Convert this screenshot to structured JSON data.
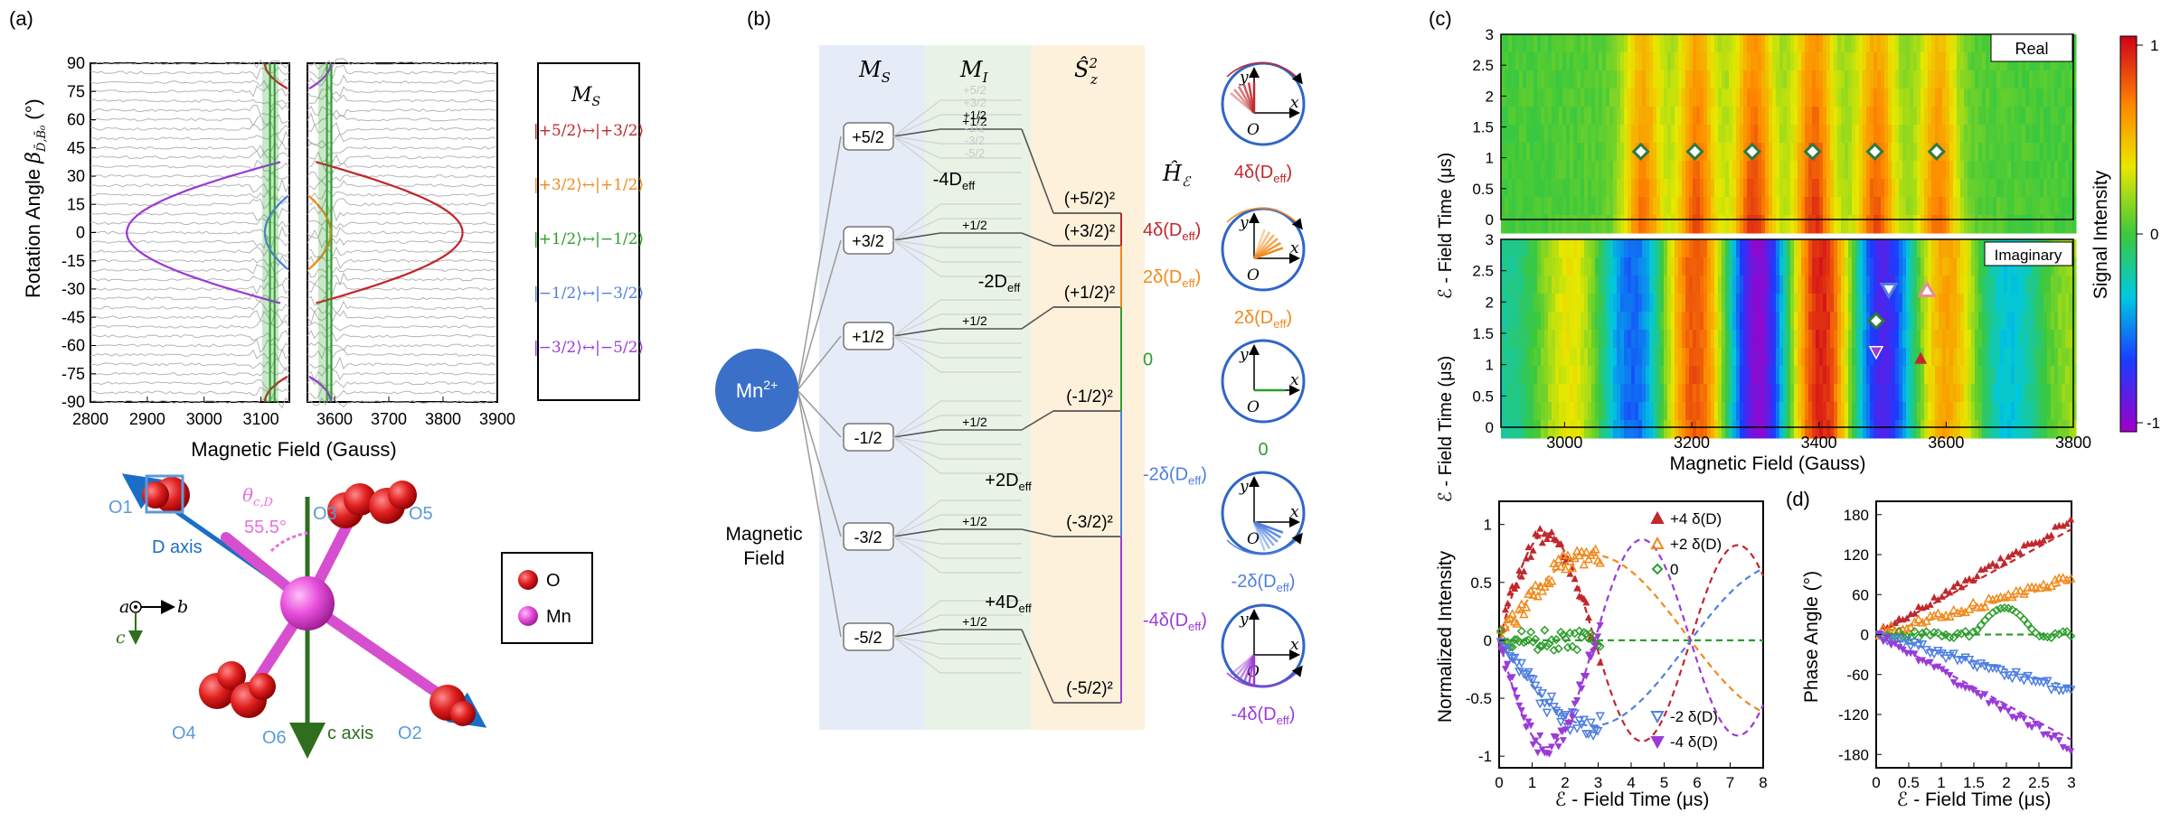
{
  "panel_labels": {
    "a": "(a)",
    "b": "(b)",
    "c": "(c)",
    "d": "(d)"
  },
  "colors": {
    "red": "#c0282d",
    "orange": "#f08a1c",
    "green": "#2d9e2d",
    "blue": "#4f7fe0",
    "purple": "#9b3bd6",
    "mn": "#e84fdc",
    "o": "#e02020",
    "ms_band": "#e6ecf7",
    "mi_band": "#e8f3e6",
    "sz_band": "#fdf1dc",
    "mn_node": "#3a70c8"
  },
  "panel_a": {
    "ylabel": "Rotation Angle",
    "ylabel_sub": "β",
    "ylabel_subscript": "D̄,B̄₀",
    "ylabel_unit": "(°)",
    "xlabel": "Magnetic Field (Gauss)",
    "yticks": [
      "90",
      "75",
      "60",
      "45",
      "30",
      "15",
      "0",
      "-15",
      "-30",
      "-45",
      "-60",
      "-75",
      "-90"
    ],
    "xticks_left": [
      "2800",
      "2900",
      "3000",
      "3100"
    ],
    "xticks_right": [
      "3600",
      "3700",
      "3800",
      "3900"
    ],
    "legend_title": "M",
    "legend_title_sub": "S",
    "legend": [
      {
        "text": "|+5/2⟩↔|+3/2⟩",
        "color": "red"
      },
      {
        "text": "|+3/2⟩↔|+1/2⟩",
        "color": "orange"
      },
      {
        "text": "|+1/2⟩↔|−1/2⟩",
        "color": "green"
      },
      {
        "text": "|−1/2⟩↔|−3/2⟩",
        "color": "blue"
      },
      {
        "text": "|−3/2⟩↔|−5/2⟩",
        "color": "purple"
      }
    ],
    "structure": {
      "atoms": [
        "O1",
        "O2",
        "O3",
        "O4",
        "O5",
        "O6"
      ],
      "theta_label": "θ",
      "theta_sub": "c,D",
      "angle": "55.5°",
      "d_axis": "D axis",
      "c_axis": "c axis",
      "coord_a": "a",
      "coord_b": "b",
      "coord_c": "c",
      "legend": [
        {
          "text": "O",
          "color": "o"
        },
        {
          "text": "Mn",
          "color": "mn"
        }
      ]
    }
  },
  "panel_b": {
    "headers": {
      "ms": "M",
      "ms_sub": "S",
      "mi": "M",
      "mi_sub": "I",
      "sz": "Ŝ",
      "sz_sup": "2",
      "sz_sub": "z",
      "he": "Ĥ",
      "he_sub": "ℰ"
    },
    "node": "Mn",
    "node_sup": "2+",
    "field_label": [
      "Magnetic",
      "Field"
    ],
    "ms_levels": [
      "+5/2",
      "+3/2",
      "+1/2",
      "-1/2",
      "-3/2",
      "-5/2"
    ],
    "mi_top": [
      "+5/2",
      "+3/2",
      "+1/2",
      "-1/2",
      "-3/2",
      "-5/2"
    ],
    "mi_half": "+1/2",
    "sz_levels": [
      "(+5/2)²",
      "(+3/2)²",
      "(+1/2)²",
      "(-1/2)²",
      "(-3/2)²",
      "(-5/2)²"
    ],
    "deff": [
      {
        "pre": "-4D",
        "sub": "eff"
      },
      {
        "pre": "-2D",
        "sub": "eff"
      },
      {
        "pre": "+2D",
        "sub": "eff"
      },
      {
        "pre": "+4D",
        "sub": "eff"
      }
    ],
    "shifts": [
      {
        "text": "4δ(D",
        "sub": "eff",
        "post": ")",
        "color": "red"
      },
      {
        "text": "2δ(D",
        "sub": "eff",
        "post": ")",
        "color": "orange"
      },
      {
        "text": "0",
        "sub": "",
        "post": "",
        "color": "green"
      },
      {
        "text": "-2δ(D",
        "sub": "eff",
        "post": ")",
        "color": "blue"
      },
      {
        "text": "-4δ(D",
        "sub": "eff",
        "post": ")",
        "color": "purple"
      }
    ],
    "circle_labels": [
      {
        "text": "4δ(D",
        "sub": "eff",
        "post": ")",
        "color": "red"
      },
      {
        "text": "2δ(D",
        "sub": "eff",
        "post": ")",
        "color": "orange"
      },
      {
        "text": "0",
        "sub": "",
        "post": "",
        "color": "green"
      },
      {
        "text": "-2δ(D",
        "sub": "eff",
        "post": ")",
        "color": "blue"
      },
      {
        "text": "-4δ(D",
        "sub": "eff",
        "post": ")",
        "color": "purple"
      }
    ],
    "axis_x": "x",
    "axis_y": "y",
    "origin": "O"
  },
  "panel_c": {
    "real_label": "Real",
    "imag_label": "Imaginary",
    "ylabel": "ℰ - Field Time (μs)",
    "xlabel": "Magnetic Field (Gauss)",
    "yticks": [
      "3",
      "2.5",
      "2",
      "1.5",
      "1",
      "0.5",
      "0"
    ],
    "xticks": [
      "3000",
      "3200",
      "3400",
      "3600",
      "3800"
    ],
    "colorbar_label": "Signal Intensity",
    "colorbar_ticks": [
      "1",
      "0",
      "-1"
    ],
    "real_markers_x": [
      3120,
      3205,
      3295,
      3390,
      3488,
      3585
    ]
  },
  "panel_bl": {
    "ylabel": "Normalized Intensity",
    "xlabel": "ℰ - Field Time (μs)",
    "yticks": [
      "1",
      "0.5",
      "0",
      "-0.5",
      "-1"
    ],
    "xticks": [
      "0",
      "1",
      "2",
      "3",
      "4",
      "5",
      "6",
      "7",
      "8"
    ],
    "legend_top": [
      "+4 δ(D)",
      "+2 δ(D)",
      "0"
    ],
    "legend_bot": [
      "-2 δ(D)",
      "-4 δ(D)"
    ]
  },
  "panel_d": {
    "ylabel": "Phase Angle (°)",
    "xlabel": "ℰ - Field Time (μs)",
    "yticks": [
      "180",
      "120",
      "60",
      "0",
      "-60",
      "-120",
      "-180"
    ],
    "xticks": [
      "0",
      "0.5",
      "1",
      "1.5",
      "2",
      "2.5",
      "3"
    ]
  },
  "chart_data": [
    {
      "type": "scatter",
      "title": "",
      "xlabel": "ℰ - Field Time (μs)",
      "ylabel": "Normalized Intensity",
      "xlim": [
        0,
        8
      ],
      "ylim": [
        -1.1,
        1.2
      ],
      "series": [
        {
          "name": "+4 δ(D)",
          "amp": 0.95,
          "period_us": 5.8,
          "color": "red"
        },
        {
          "name": "+2 δ(D)",
          "amp": 0.78,
          "period_us": 11.6,
          "color": "orange"
        },
        {
          "name": "0",
          "amp": 0.0,
          "color": "green"
        },
        {
          "name": "-2 δ(D)",
          "amp": 0.78,
          "period_us": 11.6,
          "color": "blue"
        },
        {
          "name": "-4 δ(D)",
          "amp": 0.95,
          "period_us": 5.8,
          "color": "purple"
        }
      ]
    },
    {
      "type": "scatter",
      "title": "",
      "xlabel": "ℰ - Field Time (μs)",
      "ylabel": "Phase Angle (°)",
      "xlim": [
        0,
        3
      ],
      "ylim": [
        -200,
        200
      ],
      "series": [
        {
          "name": "+4 δ(D)",
          "slope_deg_per_us": 62,
          "color": "red"
        },
        {
          "name": "+2 δ(D)",
          "slope_deg_per_us": 31,
          "color": "orange"
        },
        {
          "name": "0",
          "slope_deg_per_us": 0,
          "color": "green"
        },
        {
          "name": "-2 δ(D)",
          "slope_deg_per_us": -31,
          "color": "blue"
        },
        {
          "name": "-4 δ(D)",
          "slope_deg_per_us": -62,
          "color": "purple"
        }
      ]
    }
  ]
}
